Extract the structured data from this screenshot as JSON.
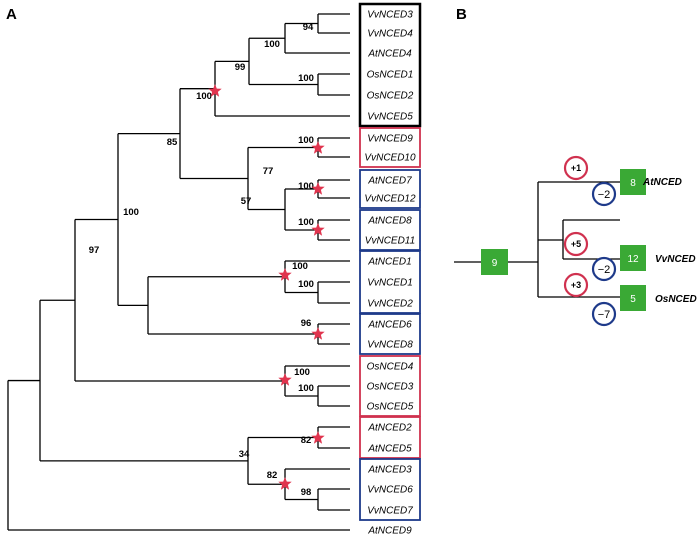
{
  "panels": {
    "a": "A",
    "b": "B"
  },
  "colors": {
    "black_box": "#000000",
    "red_box": "#d0314f",
    "blue_box": "#1e3a8a",
    "star": "#e0344e",
    "green": "#3aa935",
    "gain": "#d0314f",
    "loss": "#1e3a8a"
  },
  "tree": {
    "leaves": [
      "VvNCED3",
      "VvNCED4",
      "AtNCED4",
      "OsNCED1",
      "OsNCED2",
      "VvNCED5",
      "VvNCED9",
      "VvNCED10",
      "AtNCED7",
      "VvNCED12",
      "AtNCED8",
      "VvNCED11",
      "AtNCED1",
      "VvNCED1",
      "VvNCED2",
      "AtNCED6",
      "VvNCED8",
      "OsNCED4",
      "OsNCED3",
      "OsNCED5",
      "AtNCED2",
      "AtNCED5",
      "AtNCED3",
      "VvNCED6",
      "VvNCED7",
      "AtNCED9"
    ],
    "bootstrap": [
      "94",
      "100",
      "99",
      "100",
      "100",
      "85",
      "100",
      "77",
      "57",
      "100",
      "100",
      "100",
      "100",
      "100",
      "97",
      "96",
      "100",
      "100",
      "82",
      "34",
      "82",
      "98"
    ]
  },
  "panel_b": {
    "root": "9",
    "taxa": [
      {
        "name": "AtNCED",
        "count": "8",
        "gain": "+1",
        "loss": "−2"
      },
      {
        "name": "VvNCED",
        "count": "12",
        "gain": "+5",
        "loss": "−2"
      },
      {
        "name": "OsNCED",
        "count": "5",
        "gain": "+3",
        "loss": "−7"
      }
    ]
  }
}
